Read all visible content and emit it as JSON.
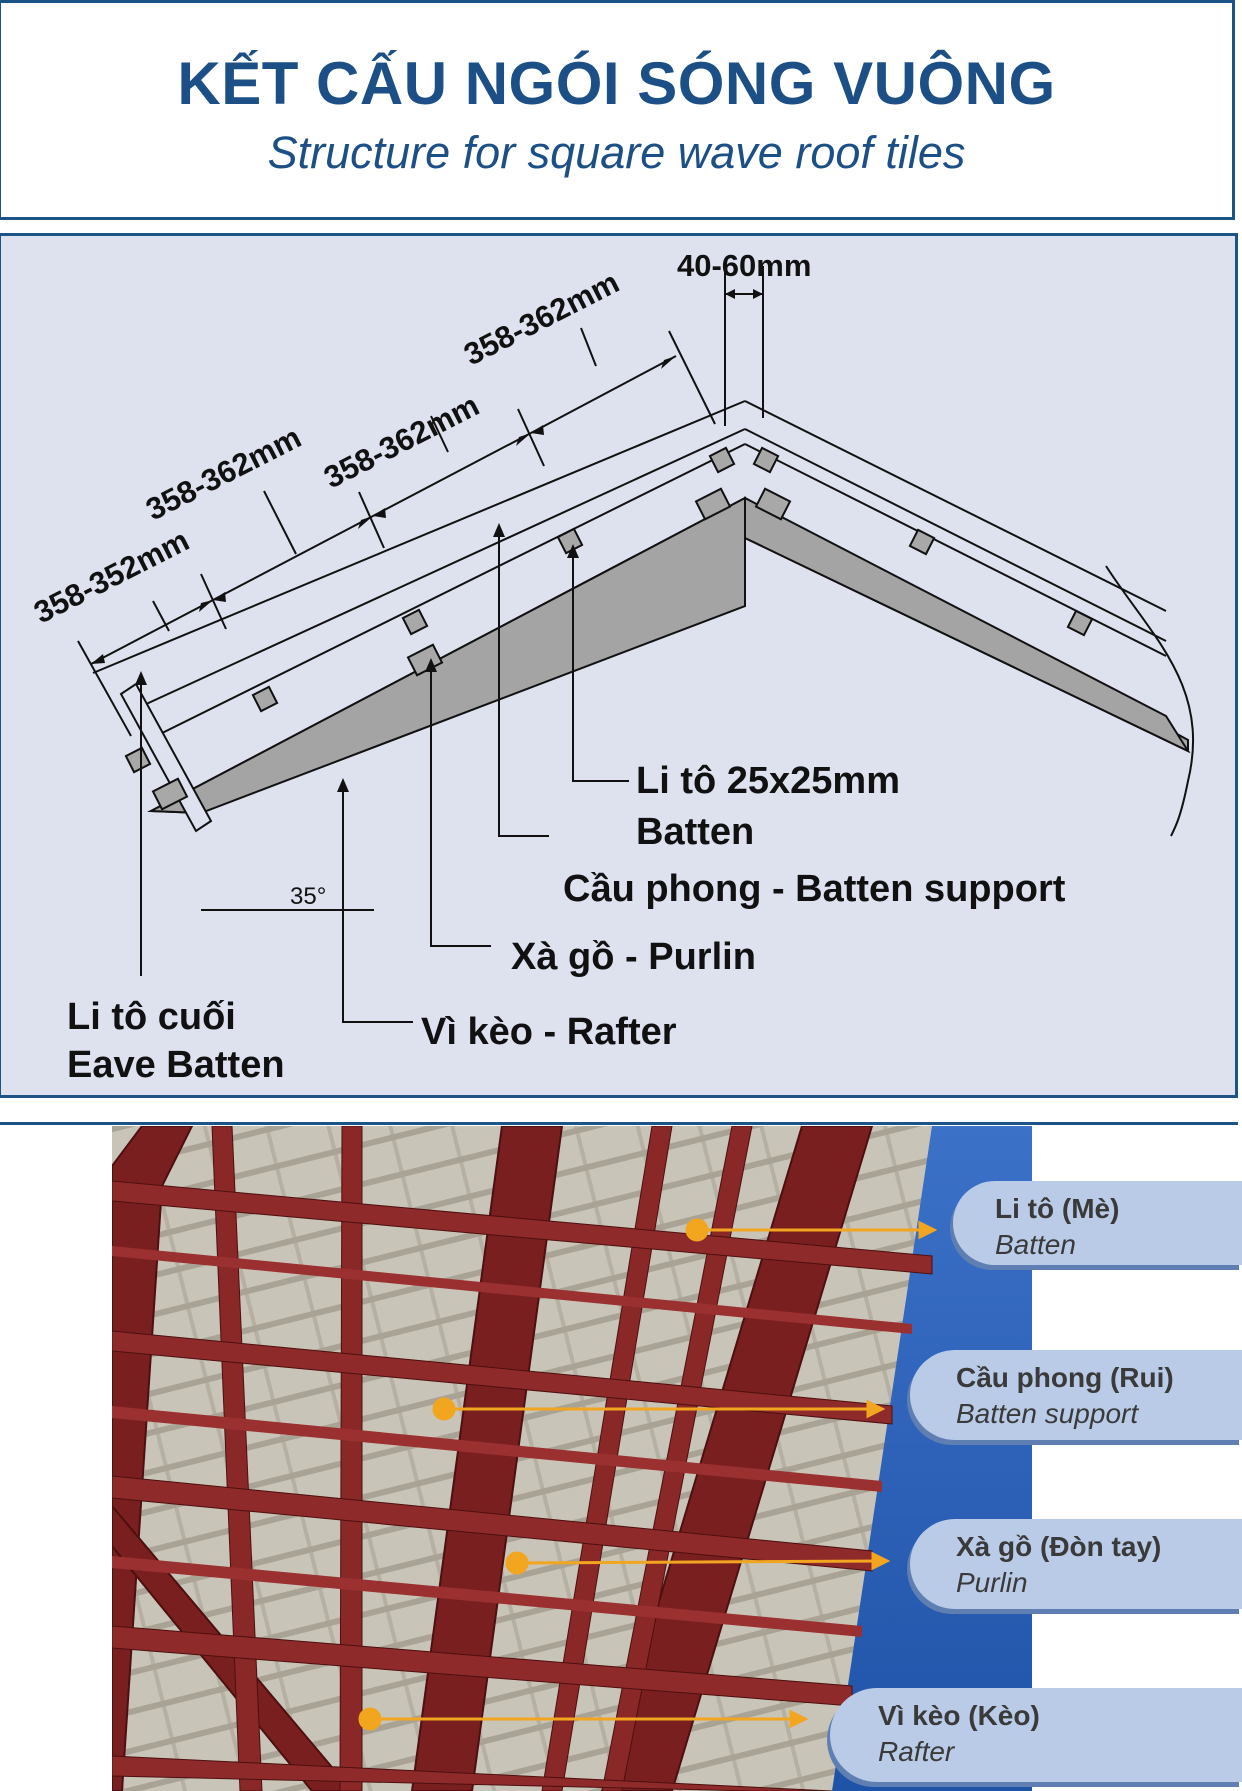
{
  "header": {
    "title": "KẾT CẤU NGÓI SÓNG VUÔNG",
    "subtitle": "Structure for square wave roof tiles"
  },
  "diagram": {
    "dimensions": [
      "358-352mm",
      "358-362mm",
      "358-362mm",
      "358-362mm",
      "40-60mm"
    ],
    "angle": "35°",
    "labels": {
      "batten_vi": "Li tô 25x25mm",
      "batten_en": "Batten",
      "batten_support": "Cầu phong - Batten support",
      "purlin": "Xà gồ - Purlin",
      "rafter": "Vì kèo - Rafter",
      "eave_vi": "Li tô cuối",
      "eave_en": "Eave Batten"
    }
  },
  "photo_callouts": [
    {
      "title": "Li tô (Mè)",
      "subtitle": "Batten"
    },
    {
      "title": "Cầu phong (Rui)",
      "subtitle": "Batten support"
    },
    {
      "title": "Xà gồ (Đòn tay)",
      "subtitle": "Purlin"
    },
    {
      "title": "Vì kèo (Kèo)",
      "subtitle": "Rafter"
    }
  ],
  "colors": {
    "brand_blue": "#1b4f86",
    "diagram_bg": "#dde2ee",
    "callout_bg": "#b9cbe7",
    "arrow_orange": "#f2a51f",
    "timber": "#7a1f1f"
  }
}
